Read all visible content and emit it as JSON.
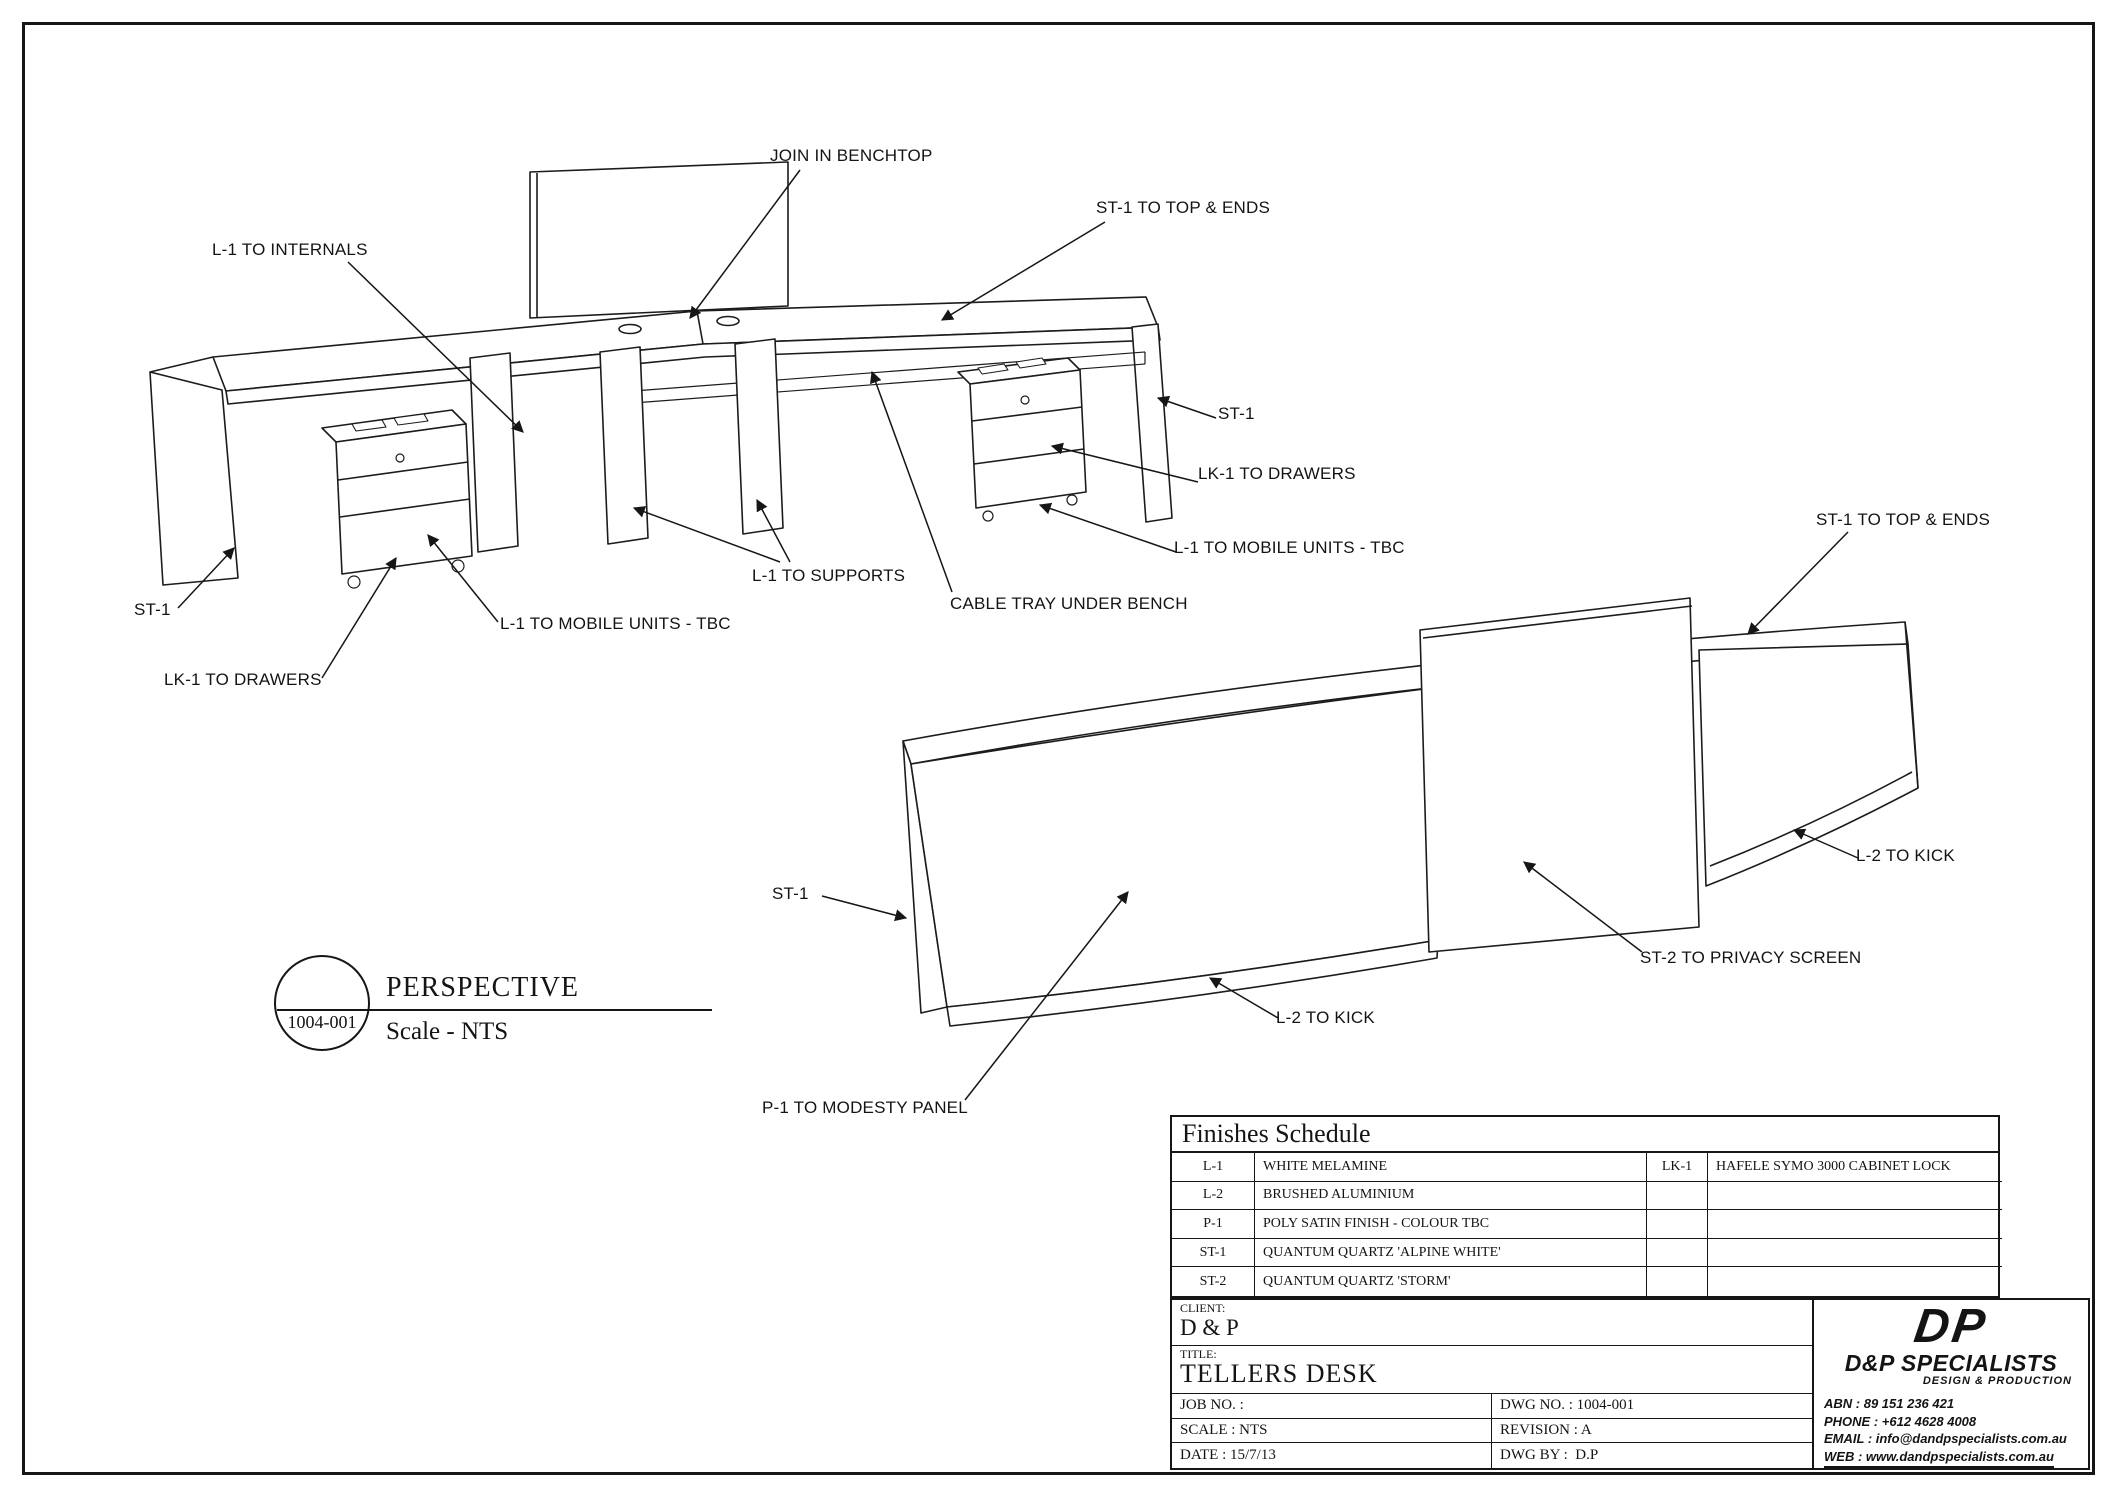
{
  "annotations": {
    "join_benchtop": "JOIN IN BENCHTOP",
    "l1_internals": "L-1 TO INTERNALS",
    "st1_top_ends_a": "ST-1 TO TOP & ENDS",
    "st1_a": "ST-1",
    "lk1_drawers_a": "LK-1 TO DRAWERS",
    "l1_mobile_a": "L-1 TO MOBILE UNITS - TBC",
    "st1_b": "ST-1",
    "l1_supports": "L-1 TO SUPPORTS",
    "cable_tray": "CABLE TRAY UNDER BENCH",
    "l1_mobile_b": "L-1 TO MOBILE UNITS - TBC",
    "lk1_drawers_b": "LK-1 TO DRAWERS",
    "st1_top_ends_b": "ST-1 TO TOP & ENDS",
    "l2_kick_a": "L-2 TO KICK",
    "st2_privacy": "ST-2 TO PRIVACY SCREEN",
    "l2_kick_b": "L-2 TO KICK",
    "st1_c": "ST-1",
    "p1_modesty": "P-1 TO MODESTY PANEL"
  },
  "view_callout": {
    "number": "1004-001",
    "title": "PERSPECTIVE",
    "scale": "Scale - NTS"
  },
  "finishes_schedule": {
    "title": "Finishes Schedule",
    "rows": [
      {
        "code": "L-1",
        "desc": "WHITE MELAMINE",
        "code2": "LK-1",
        "desc2": "HAFELE SYMO 3000 CABINET LOCK"
      },
      {
        "code": "L-2",
        "desc": "BRUSHED ALUMINIUM",
        "code2": "",
        "desc2": ""
      },
      {
        "code": "P-1",
        "desc": "POLY SATIN FINISH - COLOUR TBC",
        "code2": "",
        "desc2": ""
      },
      {
        "code": "ST-1",
        "desc": "QUANTUM QUARTZ 'ALPINE WHITE'",
        "code2": "",
        "desc2": ""
      },
      {
        "code": "ST-2",
        "desc": "QUANTUM QUARTZ 'STORM'",
        "code2": "",
        "desc2": ""
      }
    ]
  },
  "title_block": {
    "client_label": "CLIENT:",
    "client": "D & P",
    "title_label": "TITLE:",
    "title": "TELLERS DESK",
    "job_no": "JOB NO. :",
    "dwg_no": "DWG NO. : 1004-001",
    "scale": "SCALE : NTS",
    "revision": "REVISION : A",
    "date": "DATE : 15/7/13",
    "dwg_by": "DWG BY :  D.P"
  },
  "logo": {
    "monogram": "DP",
    "name": "D&P SPECIALISTS",
    "tagline": "DESIGN & PRODUCTION",
    "abn": "ABN : 89 151 236 421",
    "phone": "PHONE : +612 4628 4008",
    "email": "EMAIL : info@dandpspecialists.com.au",
    "web": "WEB : www.dandpspecialists.com.au"
  }
}
